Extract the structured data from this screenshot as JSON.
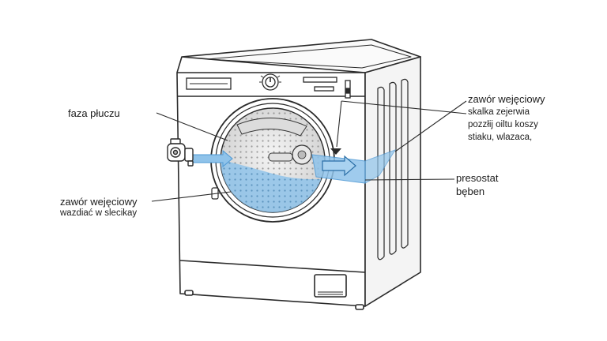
{
  "labels": {
    "rinse_phase": "faza płuczu",
    "inlet_valve_left": "zawór wejęciowy",
    "inlet_valve_left_note": "wazdiać w slecikay",
    "inlet_valve_right": "zawór wejęciowy",
    "right_note_line1": "skalka zejerwia",
    "right_note_line2": "pozzłij oiltu koszy",
    "right_note_line3": "stiaku, wlazaca,",
    "pressure_switch": "presostat",
    "drum": "bęben"
  },
  "colors": {
    "outline": "#2a2a2a",
    "water": "#8fc3ea",
    "water_dark": "#4d98d4",
    "background": "#ffffff"
  },
  "icons": [
    "water-arrow-icon",
    "inlet-valve-icon",
    "control-knob-icon"
  ]
}
